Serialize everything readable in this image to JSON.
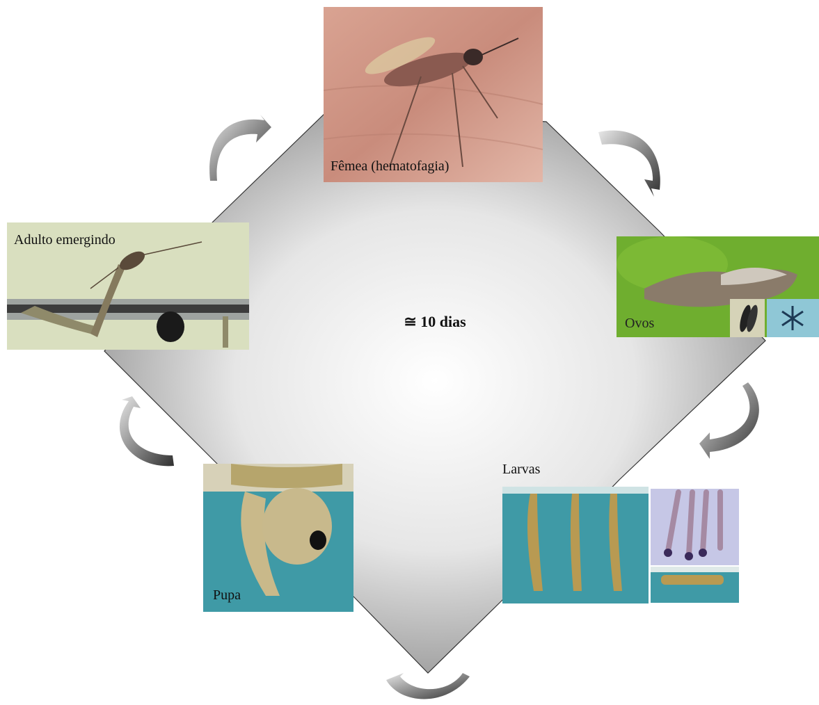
{
  "diagram": {
    "cycle_duration": "≅ 10 dias",
    "stages": {
      "femea": "Fêmea (hematofagia)",
      "ovos": "Ovos",
      "larvas": "Larvas",
      "pupa": "Pupa",
      "adulto": "Adulto emergindo"
    }
  },
  "colors": {
    "background": "#ffffff",
    "diamond_light": "#ffffff",
    "diamond_dark": "#9a9a9a",
    "arrow": "#505050",
    "water": "#3f9aa6",
    "leaf_green": "#6fae2f"
  }
}
